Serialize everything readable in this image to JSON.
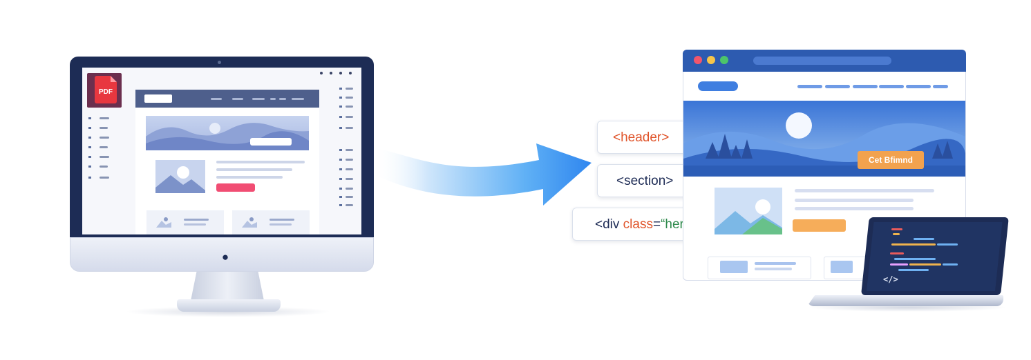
{
  "source_monitor": {
    "document_badge": "PDF"
  },
  "code_tags": {
    "header": "<header>",
    "section": "<section>",
    "div_open": "<div ",
    "div_attr": "class",
    "div_eq": "=",
    "div_value": "“hero”",
    "div_close": ">"
  },
  "website": {
    "cta_label": "Cet Bfimnd"
  },
  "laptop": {
    "code_glyph": "</>"
  },
  "colors": {
    "navy": "#1d2c55",
    "brand_blue": "#2d5bb0",
    "accent_orange": "#e0542a",
    "cta_orange": "#f2a24e",
    "attr_green": "#2e8a4c",
    "pdf_red": "#e8373f",
    "pink_button": "#f14d73"
  },
  "icons": {
    "pdf": "pdf-file-icon",
    "arrow": "curved-arrow-icon",
    "apple": "apple-logo-icon"
  }
}
